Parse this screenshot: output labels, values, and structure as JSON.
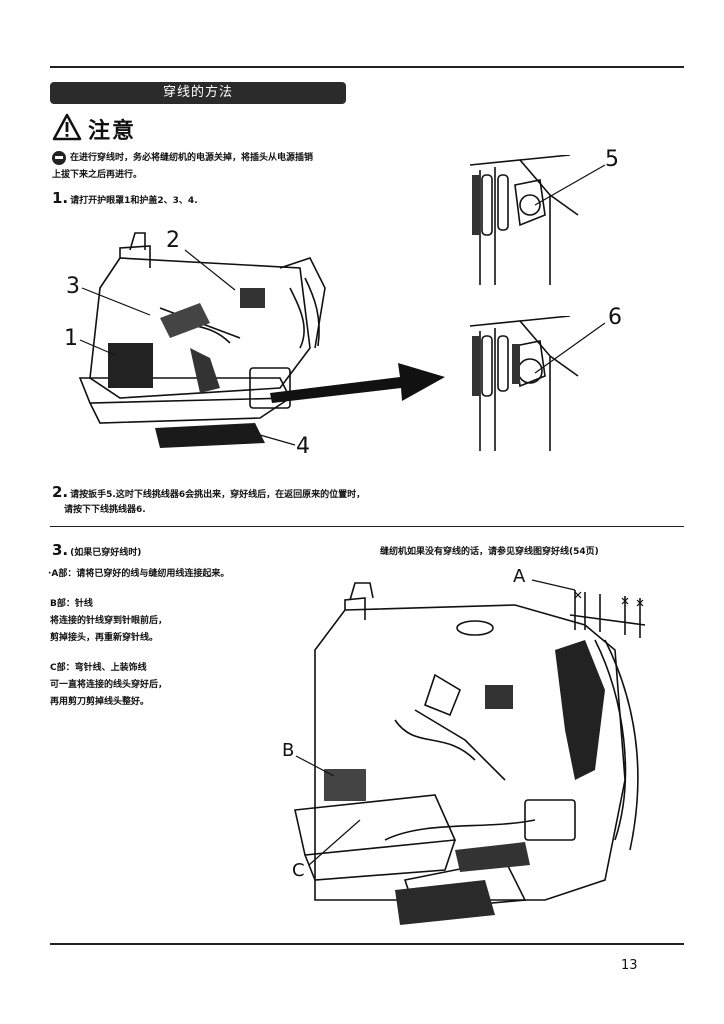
{
  "header": {
    "section_title": "穿线的方法"
  },
  "caution": {
    "title": "注意",
    "icon": "warning-triangle-icon",
    "plug_icon": "unplug-icon",
    "line1": "在进行穿线时，务必将缝纫机的电源关掉，将插头从电源插销",
    "line2": "上拔下来之后再进行。"
  },
  "steps": {
    "step1_num": "1.",
    "step1_text": "请打开护眼罩1和护盖2、3、4.",
    "step2_num": "2.",
    "step2_line1": "请按扳手5.这时下线挑线器6会挑出来，穿好线后，在返回原来的位置时，",
    "step2_line2": "请按下下线挑线器6.",
    "step3_num": "3.",
    "step3_title": "(如果已穿好线时)",
    "step3_note": "缝纫机如果没有穿线的话，请参见穿线图穿好线(54页)",
    "partA": "·A部：请将已穿好的线与缝纫用线连接起来。",
    "partB_title": "B部：针线",
    "partB_line1": "将连接的针线穿到针眼前后，",
    "partB_line2": "剪掉接头，再重新穿针线。",
    "partC_title": "C部：弯针线、上装饰线",
    "partC_line1": "可一直将连接的线头穿好后，",
    "partC_line2": "再用剪刀剪掉线头整好。"
  },
  "callouts": {
    "c1": "1",
    "c2": "2",
    "c3": "3",
    "c4": "4",
    "c5": "5",
    "c6": "6",
    "cA": "A",
    "cB": "B",
    "cC": "C"
  },
  "footer": {
    "page_number": "13"
  }
}
